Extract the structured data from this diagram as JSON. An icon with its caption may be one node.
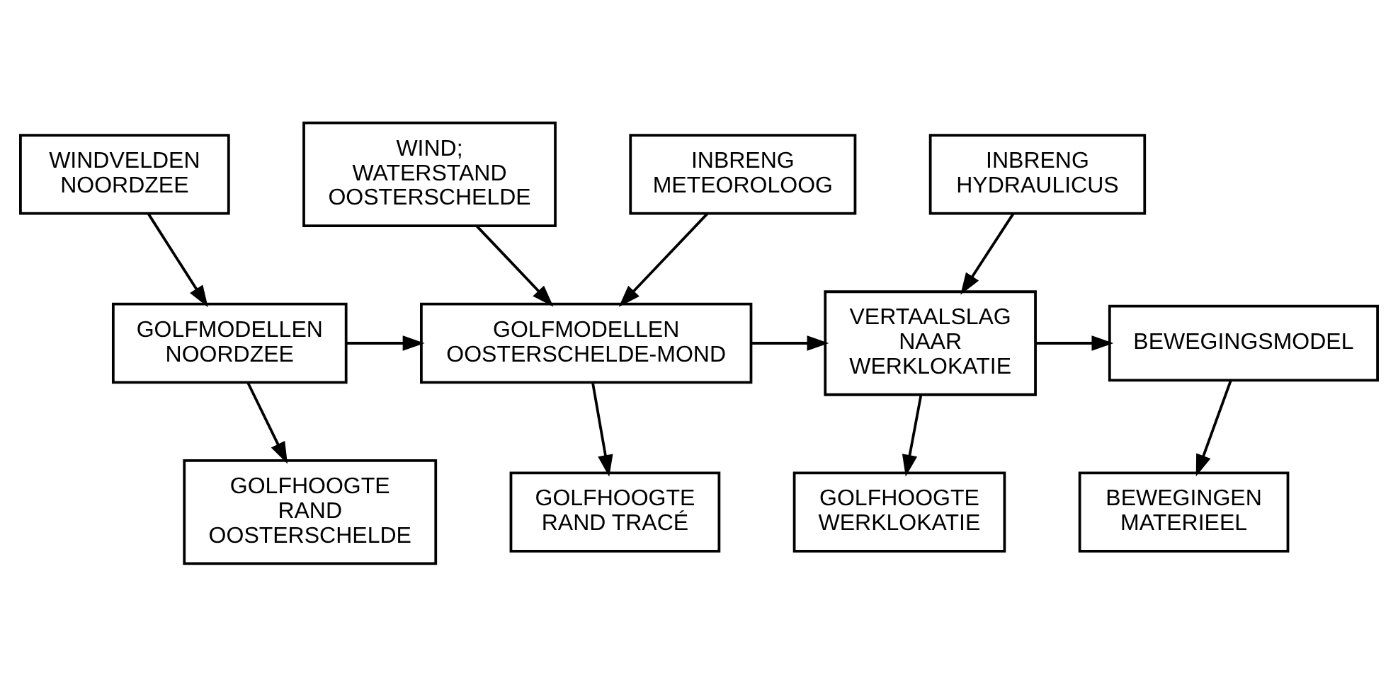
{
  "diagram": {
    "nodes": [
      {
        "text": [
          "WINDVELDEN NOORDZEE"
        ]
      },
      {
        "text": [
          "WIND; WATERSTAND OOSTERSCHELDE"
        ]
      },
      {
        "text": [
          "INBRENG METEOROLOOG"
        ]
      },
      {
        "text": [
          "INBRENG HYDRAULICUS"
        ]
      },
      {
        "text": [
          "GOLFMODELLEN NOORDZEE"
        ]
      },
      {
        "text": [
          "GOLFMODELLEN OOSTERSCHELDE-MOND"
        ]
      },
      {
        "text": [
          "VERTAALSLAG NAAR WERKLOKATIE"
        ]
      },
      {
        "text": [
          "BEWEGINGSMODEL"
        ]
      },
      {
        "text": [
          "GOLFHOOGTE RAND OOSTERSCHELDE"
        ]
      },
      {
        "text": [
          "GOLFHOOGTE RAND TRACÉ"
        ]
      },
      {
        "text": [
          "GOLFHOOGTE WERKLOKATIE"
        ]
      },
      {
        "text": [
          "BEWEGINGEN MATERIEEL"
        ]
      }
    ],
    "edges": [
      {
        "from": 0,
        "to": 4,
        "arrow": "to"
      },
      {
        "from": 1,
        "to": 5,
        "arrow": "to"
      },
      {
        "from": 4,
        "to": 5,
        "arrow": "to"
      },
      {
        "from": 2,
        "to": 5,
        "arrow": "to"
      },
      {
        "from": 5,
        "to": 6,
        "arrow": "to"
      },
      {
        "from": 3,
        "to": 6,
        "arrow": "to"
      },
      {
        "from": 6,
        "to": 7,
        "arrow": "to"
      },
      {
        "from": 4,
        "to": 8,
        "arrow": "to"
      },
      {
        "from": 5,
        "to": 9,
        "arrow": "to"
      },
      {
        "from": 6,
        "to": 10,
        "arrow": "to"
      },
      {
        "from": 7,
        "to": 11,
        "arrow": "to"
      }
    ]
  }
}
